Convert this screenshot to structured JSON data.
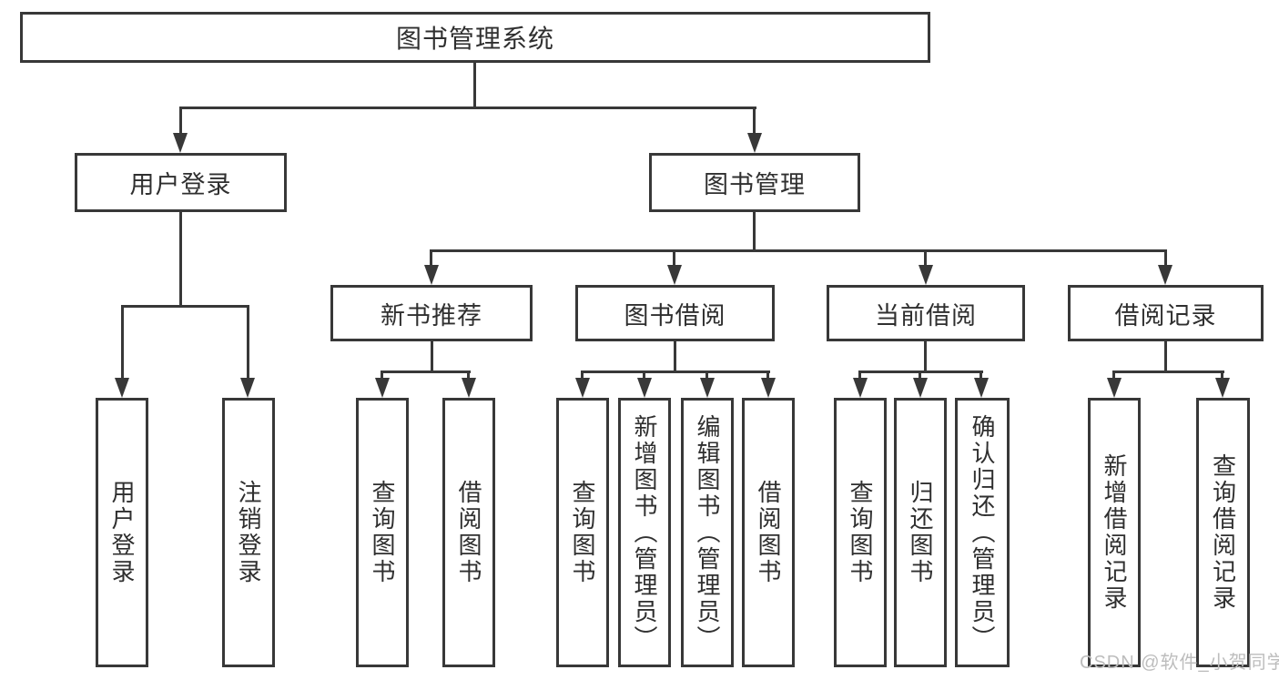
{
  "title": "图书管理系统",
  "watermark": "CSDN @软件_小贺同学",
  "colors": {
    "line": "#383838",
    "text": "#2f2f2f",
    "background": "#ffffff",
    "watermark": "#bdbdbd"
  },
  "nodes": {
    "root": {
      "label": "图书管理系统"
    },
    "user_login": {
      "label": "用户登录"
    },
    "book_mgmt": {
      "label": "图书管理"
    },
    "new_book_rec": {
      "label": "新书推荐"
    },
    "book_borrow": {
      "label": "图书借阅"
    },
    "current_borrow": {
      "label": "当前借阅"
    },
    "borrow_record": {
      "label": "借阅记录"
    },
    "leaf_user_login": {
      "label": "用户登录"
    },
    "leaf_logout": {
      "label": "注销登录"
    },
    "leaf_search_book_1": {
      "label": "查询图书"
    },
    "leaf_borrow_book_1": {
      "label": "借阅图书"
    },
    "leaf_search_book_2": {
      "label": "查询图书"
    },
    "leaf_add_book": {
      "label": "新增图书（管理员）"
    },
    "leaf_edit_book": {
      "label": "编辑图书（管理员）"
    },
    "leaf_borrow_book_2": {
      "label": "借阅图书"
    },
    "leaf_search_book_3": {
      "label": "查询图书"
    },
    "leaf_return_book": {
      "label": "归还图书"
    },
    "leaf_confirm_return": {
      "label": "确认归还（管理员）"
    },
    "leaf_add_borrow_rec": {
      "label": "新增借阅记录"
    },
    "leaf_search_borrow_rec": {
      "label": "查询借阅记录"
    }
  }
}
